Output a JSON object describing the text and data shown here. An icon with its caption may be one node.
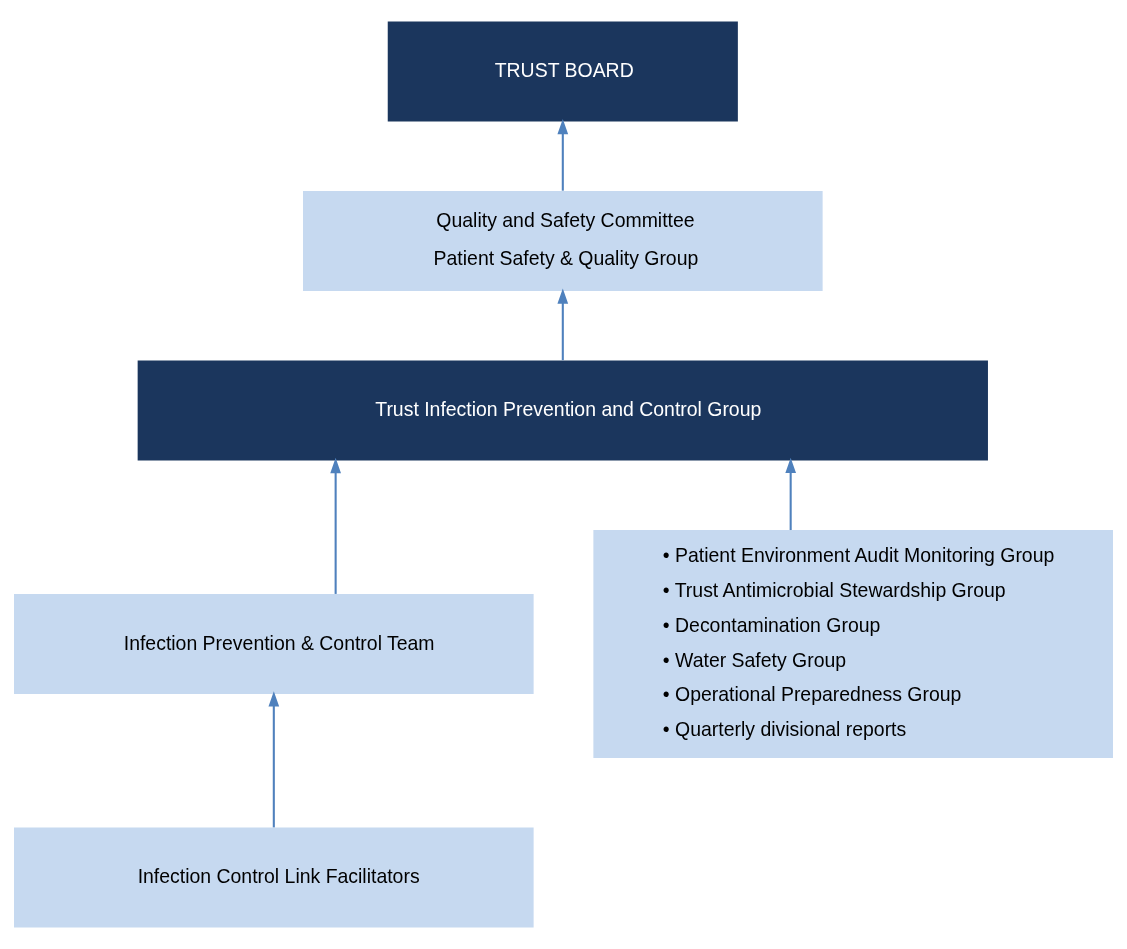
{
  "diagram": {
    "nodes": [
      {
        "text": [
          "TRUST BOARD"
        ]
      },
      {
        "text": [
          "Quality and Safety Committee",
          "Patient Safety & Quality Group"
        ]
      },
      {
        "text": [
          "Trust Infection Prevention and Control Group"
        ]
      },
      {
        "text": [
          "Infection Prevention & Control Team"
        ]
      },
      {
        "text": [
          "Infection Control Link Facilitators"
        ]
      },
      {
        "text": [
          "• Patient Environment Audit Monitoring Group",
          "• Trust Antimicrobial Stewardship Group",
          "• Decontamination Group",
          "• Water Safety Group",
          "• Operational Preparedness Group",
          "• Quarterly divisional reports"
        ]
      }
    ],
    "edges": [
      {
        "from": 1,
        "to": 0,
        "arrow": "to"
      },
      {
        "from": 2,
        "to": 1,
        "arrow": "to"
      },
      {
        "from": 3,
        "to": 2,
        "arrow": "to"
      },
      {
        "from": 5,
        "to": 2,
        "arrow": "to"
      },
      {
        "from": 4,
        "to": 3,
        "arrow": "to"
      }
    ]
  }
}
